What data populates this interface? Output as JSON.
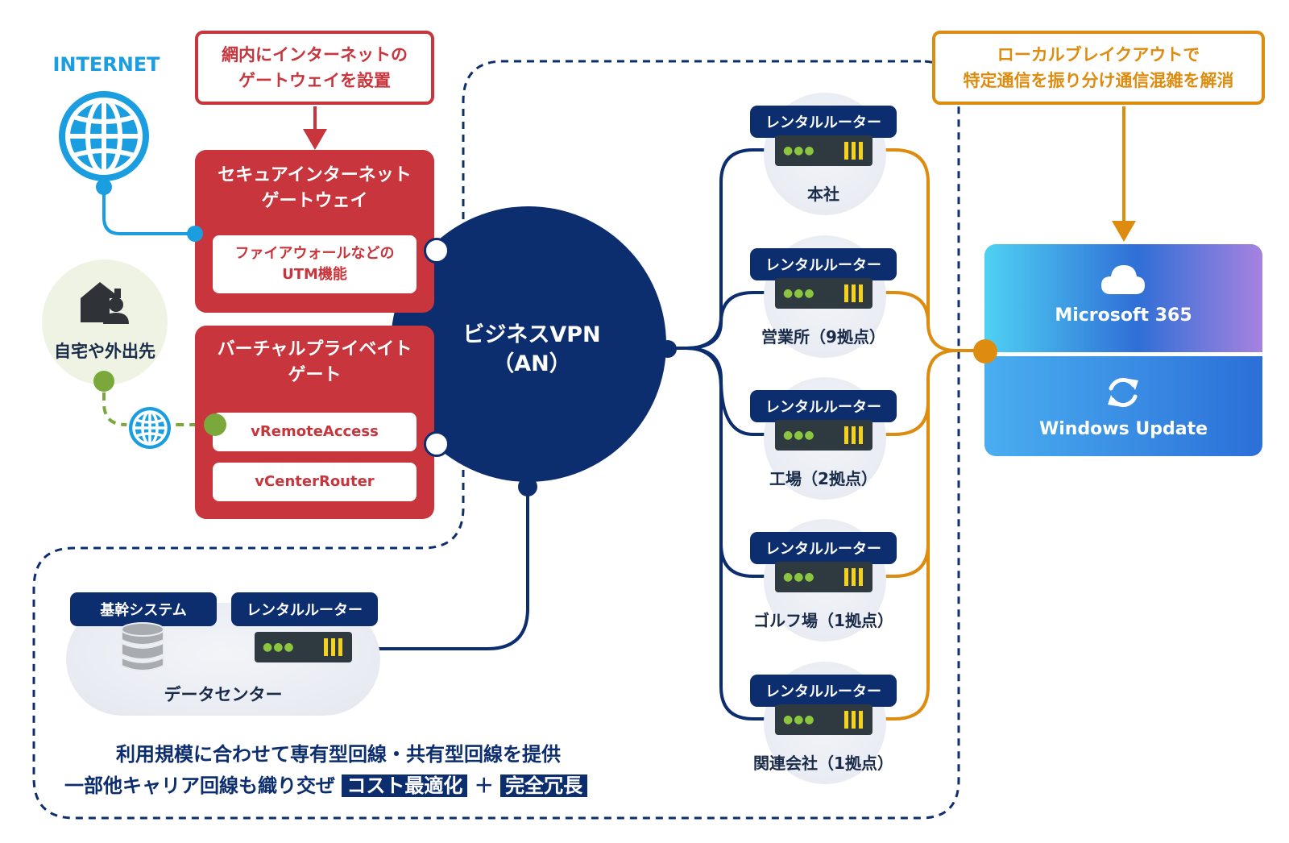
{
  "internet": {
    "label": "INTERNET"
  },
  "callout_gateway": {
    "line1": "網内にインターネットの",
    "line2": "ゲートウェイを設置"
  },
  "callout_breakout": {
    "line1": "ローカルブレイクアウトで",
    "line2": "特定通信を振り分け通信混雑を解消"
  },
  "secure_gateway": {
    "title_line1": "セキュアインターネット",
    "title_line2": "ゲートウェイ",
    "box_line1": "ファイアウォールなどの",
    "box_line2": "UTM機能"
  },
  "virtual_gate": {
    "title_line1": "バーチャルプライベイト",
    "title_line2": "ゲート",
    "item1": "vRemoteAccess",
    "item2": "vCenterRouter"
  },
  "home": {
    "label": "自宅や外出先"
  },
  "vpn": {
    "line1": "ビジネスVPN",
    "line2": "（AN）"
  },
  "sites": [
    {
      "router_label": "レンタルルーター",
      "name": "本社"
    },
    {
      "router_label": "レンタルルーター",
      "name": "営業所（9拠点）"
    },
    {
      "router_label": "レンタルルーター",
      "name": "工場（2拠点）"
    },
    {
      "router_label": "レンタルルーター",
      "name": "ゴルフ場（1拠点）"
    },
    {
      "router_label": "レンタルルーター",
      "name": "関連会社（1拠点）"
    }
  ],
  "datacenter": {
    "system_label": "基幹システム",
    "router_label": "レンタルルーター",
    "name": "データセンター"
  },
  "services": {
    "m365": "Microsoft 365",
    "winupdate": "Windows Update"
  },
  "bottom_text": {
    "line1": "利用規模に合わせて専有型回線・共有型回線を提供",
    "line2_prefix": "一部他キャリア回線も織り交ぜ",
    "highlight1": "コスト最適化",
    "plus": "＋",
    "highlight2": "完全冗長"
  },
  "colors": {
    "navy": "#0c2d6e",
    "red": "#c8353c",
    "orange": "#dd8c0f",
    "blue": "#1a9ee0",
    "green": "#7aa83a"
  },
  "icons": [
    "globe-icon",
    "home-user-icon",
    "router-icon",
    "database-icon",
    "cloud-icon",
    "sync-icon"
  ]
}
